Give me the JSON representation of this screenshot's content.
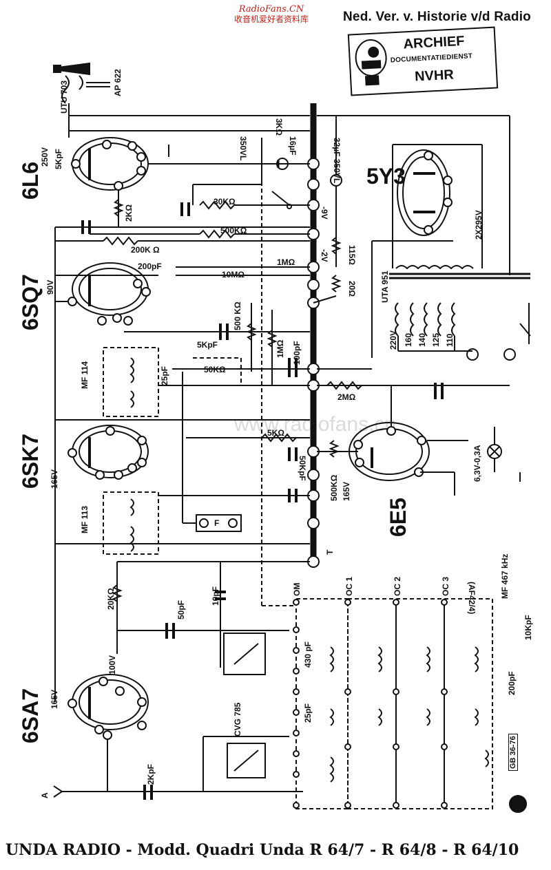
{
  "header": {
    "source_en": "RadioFans.CN",
    "source_cn": "收音机爱好者资料库",
    "archive_title": "Ned. Ver. v. Historie v/d Radio",
    "archive_stamp_line1": "ARCHIEF",
    "archive_stamp_line2": "DOCUMENTATIEDIENST",
    "archive_stamp_line3": "NVHR"
  },
  "tubes": {
    "t1": "6L6",
    "t2": "6SQ7",
    "t3": "6SK7",
    "t4": "6SA7",
    "t5": "5Y3",
    "t6": "6E5"
  },
  "components": {
    "speaker_transformer": "UTU 703",
    "speaker": "AP 622",
    "power_transformer": "UTA 951",
    "if1": "MF 114",
    "if2": "MF 113",
    "tuning_cap": "CVG 785",
    "coil_set": "(AF42/4)",
    "if_freq": "MF 467 kHz",
    "pilot_lamp": "6,3V-0,3A",
    "gb_code": "GB 36-76"
  },
  "values": {
    "v250": "250V",
    "c5k": "5KpF",
    "r2k": "2KΩ",
    "r3k": "3KΩ",
    "c16": "16µF",
    "c16v": "350VL",
    "c32": "32µF 350VL",
    "r30k": "30KΩ",
    "r500k": "500KΩ",
    "r200k": "200K Ω",
    "m9v": "-9V",
    "m2v": "-2V",
    "r115": "115Ω",
    "r20": "20Ω",
    "v90": "90V",
    "c200": "200pF",
    "r1m_a": "1MΩ",
    "r10m": "10MΩ",
    "pot500k": "500 KΩ",
    "c5kb": "5KpF",
    "r50k": "50KΩ",
    "c25": "25pF",
    "r1m_b": "1MΩ",
    "c100": "100pF",
    "r2m": "2MΩ",
    "r5k": "5KΩ",
    "c50k": "50KpF",
    "r500k_b": "500KΩ",
    "v165b": "165V",
    "v165": "165V",
    "v295": "2X295V",
    "tap220": "220V",
    "tap160": "160",
    "tap140": "140",
    "tap125": "125",
    "tap110": "110",
    "r20k": "20KΩ",
    "c50": "50pF",
    "c10": "10pF",
    "v100": "100V",
    "v165c": "165V",
    "c2k": "2KpF",
    "c430": "430 pF",
    "c25b": "25pF",
    "c10k_note": "10KpF",
    "c200_note": "200pF",
    "ant": "A",
    "gnd": "T",
    "fuse": "F",
    "band_om": "OM",
    "band_oc1": "OC 1",
    "band_oc2": "OC 2",
    "band_oc3": "OC 3"
  },
  "footer": {
    "title": "UNDA RADIO - Modd. Quadri Unda R 64/7 - R 64/8 - R 64/10"
  },
  "watermark": "www.radiofans.cn"
}
